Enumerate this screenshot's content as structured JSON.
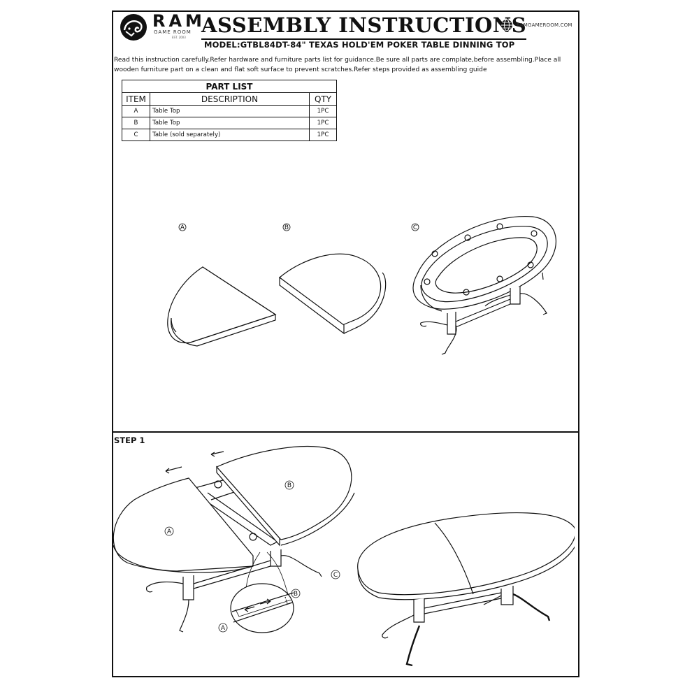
{
  "header": {
    "brand": "RAM",
    "brand_sub": "GAME ROOM",
    "brand_est": "EST. 2003",
    "title": "ASSEMBLY INSTRUCTIONS",
    "website": "RAMGAMEROOM.COM",
    "model": "MODEL:GTBL84DT-84\" TEXAS HOLD'EM POKER TABLE DINNING TOP"
  },
  "intro": "Read this instruction carefully.Refer hardware and furniture parts list for guidance.Be sure all parts are complate,before assembling.Place all wooden furniture part on a clean and flat soft surface to prevent scratches.Refer steps provided as assembling guide",
  "part_list": {
    "caption": "PART LIST",
    "headers": [
      "ITEM",
      "DESCRIPTION",
      "QTY"
    ],
    "rows": [
      {
        "item": "A",
        "description": "Table Top",
        "qty": "1PC"
      },
      {
        "item": "B",
        "description": "Table Top",
        "qty": "1PC"
      },
      {
        "item": "C",
        "description": "Table (sold separately)",
        "qty": "1PC"
      }
    ]
  },
  "diagram_labels": {
    "a": "A",
    "b": "B",
    "c": "C"
  },
  "step1": {
    "label": "STEP 1",
    "label_a": "A",
    "label_b": "B",
    "label_c": "C",
    "detail_a": "A",
    "detail_b": "B"
  },
  "icons": [
    "ram-logo-icon",
    "globe-icon",
    "arrow-icon"
  ]
}
